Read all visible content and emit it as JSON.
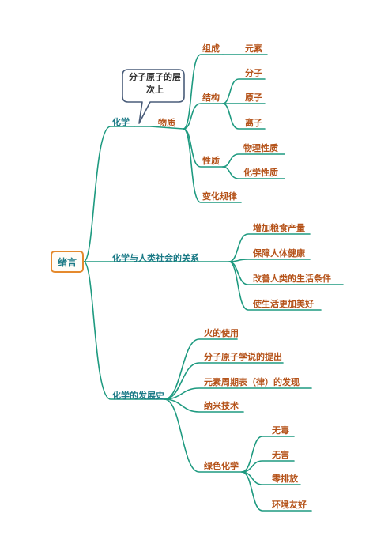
{
  "colors": {
    "branch": "#1e9a80",
    "level1_text": "#1b7a86",
    "leaf_text": "#b5531a",
    "root_border": "#e58a2e",
    "callout_border": "#4a5d7a"
  },
  "root": {
    "label": "绪言"
  },
  "callout": {
    "text": "分子原子的层次上"
  },
  "branches": {
    "chemistry": {
      "label": "化学",
      "material": {
        "label": "物质",
        "composition": {
          "label": "组成",
          "element": "元素"
        },
        "structure": {
          "label": "结构",
          "items": [
            "分子",
            "原子",
            "离子"
          ]
        },
        "property": {
          "label": "性质",
          "items": [
            "物理性质",
            "化学性质"
          ]
        },
        "change": {
          "label": "变化规律"
        }
      }
    },
    "society": {
      "label": "化学与人类社会的关系",
      "items": [
        "增加粮食产量",
        "保障人体健康",
        "改善人类的生活条件",
        "使生活更加美好"
      ]
    },
    "history": {
      "label": "化学的发展史",
      "items": [
        "火的使用",
        "分子原子学说的提出",
        "元素周期表（律）的发现",
        "纳米技术"
      ],
      "green": {
        "label": "绿色化学",
        "items": [
          "无毒",
          "无害",
          "零排放",
          "环境友好"
        ]
      }
    }
  }
}
